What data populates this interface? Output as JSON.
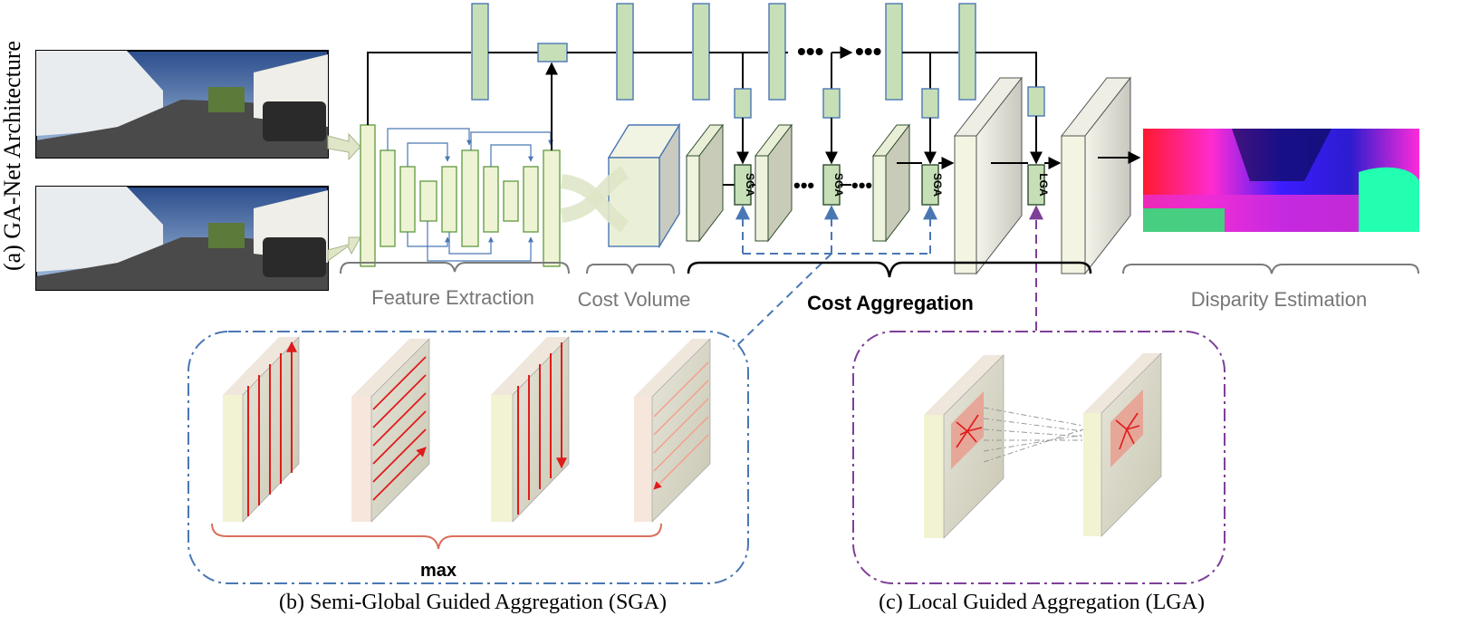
{
  "figure": {
    "side_title": "(a) GA-Net Architecture",
    "sections": {
      "feature_extraction": "Feature Extraction",
      "cost_volume": "Cost Volume",
      "cost_aggregation": "Cost Aggregation",
      "disparity_estimation": "Disparity Estimation"
    },
    "modules": {
      "sga": "SGA",
      "lga": "LGA"
    },
    "panel_b": {
      "caption": "(b) Semi-Global Guided Aggregation (SGA)",
      "max_label": "max"
    },
    "panel_c": {
      "caption": "(c) Local Guided Aggregation (LGA)"
    },
    "colors": {
      "block_fill": "#c7dfb7",
      "block_stroke": "#4a77b4",
      "sga_link": "#4a77b4",
      "lga_link": "#7e3f98",
      "path_red": "#e01b1b"
    }
  }
}
